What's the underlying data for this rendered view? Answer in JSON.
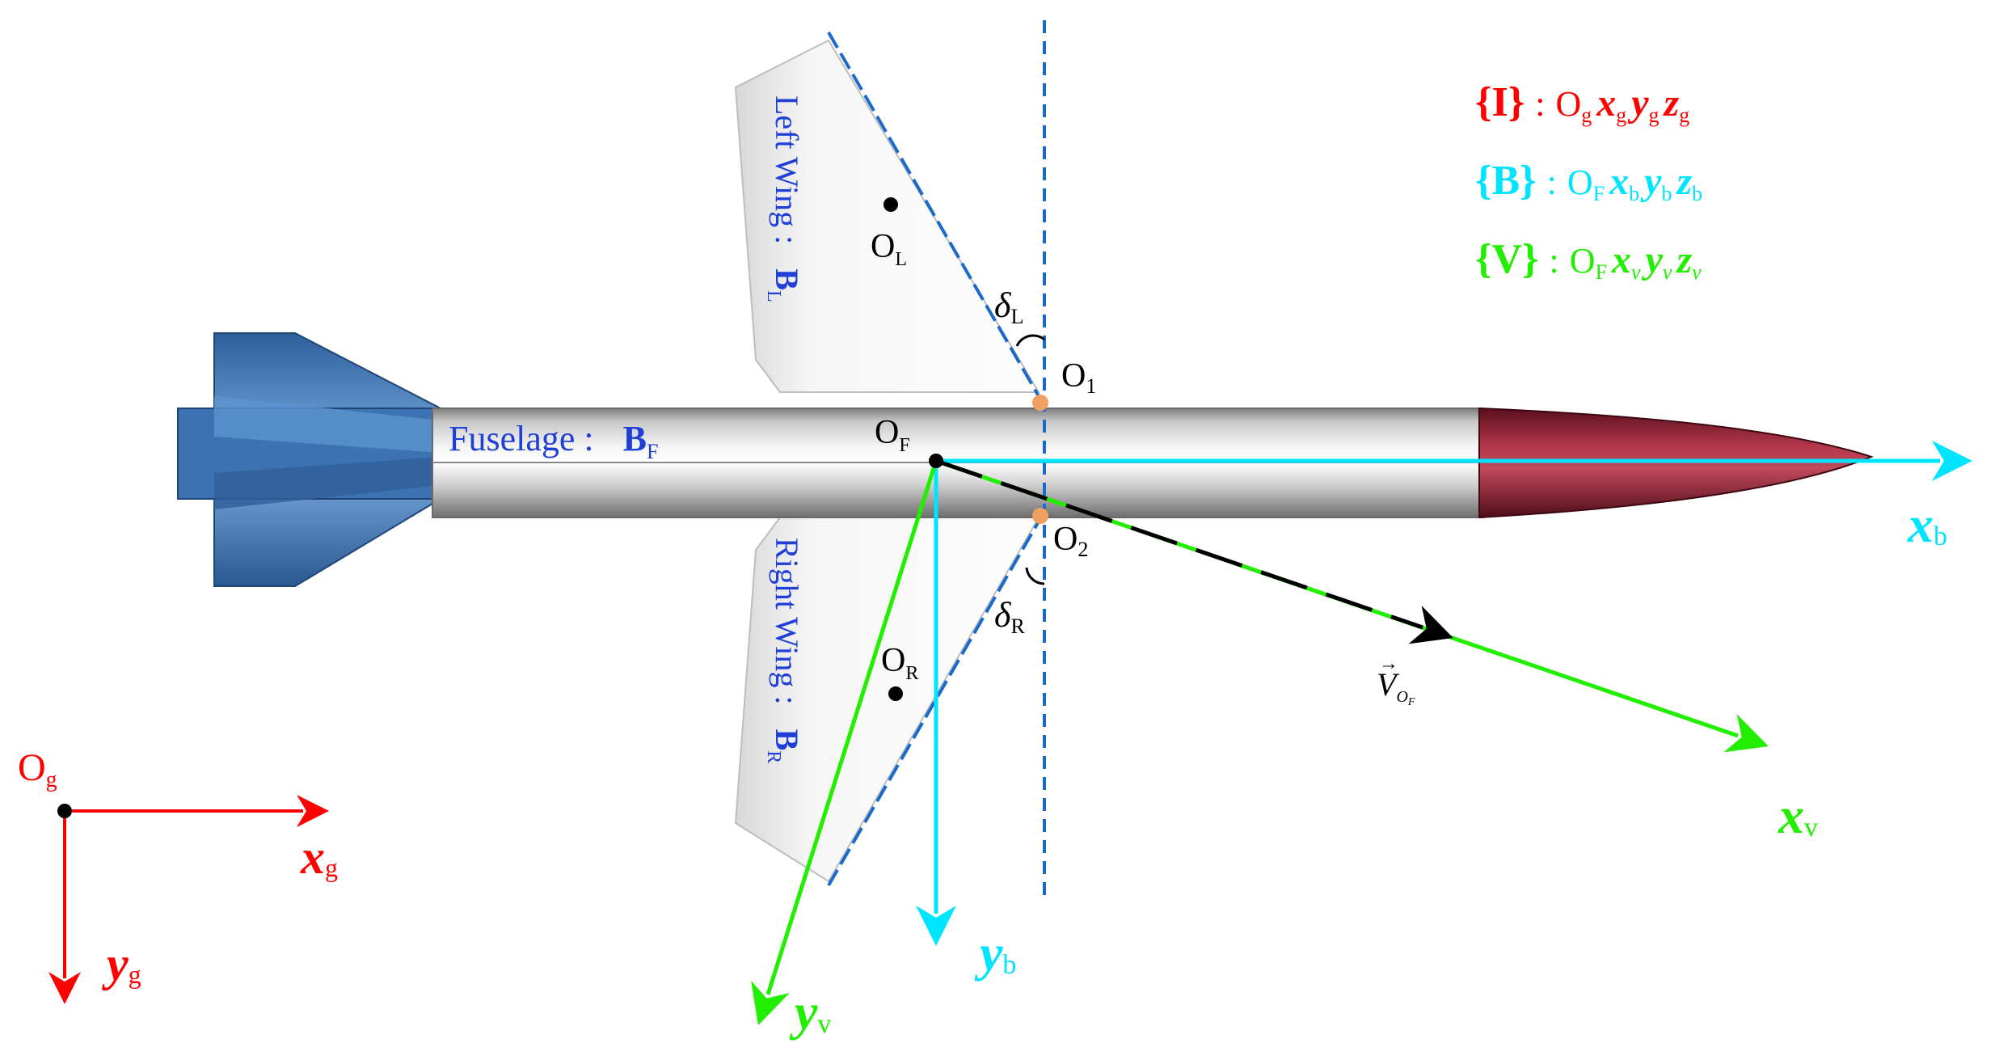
{
  "colors": {
    "inertial": "#ff0000",
    "body": "#00e5ff",
    "velocity": "#22ee00",
    "wing_label": "#1f3fd6",
    "dashed_line": "#1a6bc9",
    "point": "#000000",
    "joint": "#f0a060",
    "nose": "#8b1a2a",
    "tail": "#4a84c8"
  },
  "legend": {
    "inertial": {
      "brace": "{I}",
      "colon": ":",
      "origin": "O",
      "origin_sub": "g",
      "x": "x",
      "x_sub": "g",
      "y": "y",
      "y_sub": "g",
      "z": "z",
      "z_sub": "g"
    },
    "body": {
      "brace": "{B}",
      "colon": ":",
      "origin": "O",
      "origin_sub": "F",
      "x": "x",
      "x_sub": "b",
      "y": "y",
      "y_sub": "b",
      "z": "z",
      "z_sub": "b"
    },
    "velocity": {
      "brace": "{V}",
      "colon": ":",
      "origin": "O",
      "origin_sub": "F",
      "x": "x",
      "x_sub": "v",
      "y": "y",
      "y_sub": "v",
      "z": "z",
      "z_sub": "v"
    }
  },
  "labels": {
    "fuselage": "Fuselage :",
    "fuselage_symbol": "B",
    "fuselage_sub": "F",
    "left_wing": "Left Wing :",
    "left_wing_symbol": "B",
    "left_wing_sub": "L",
    "right_wing": "Right Wing :",
    "right_wing_symbol": "B",
    "right_wing_sub": "R",
    "OL": "O",
    "OL_sub": "L",
    "OR": "O",
    "OR_sub": "R",
    "OF": "O",
    "OF_sub": "F",
    "O1": "O",
    "O1_sub": "1",
    "O2": "O",
    "O2_sub": "2",
    "deltaL": "δ",
    "deltaL_sub": "L",
    "deltaR": "δ",
    "deltaR_sub": "R",
    "velocity": "V",
    "velocity_sub": "O",
    "velocity_subsub": "F",
    "velocity_arrow": "→",
    "Og": "O",
    "Og_sub": "g",
    "xg": "x",
    "xg_sub": "g",
    "yg": "y",
    "yg_sub": "g",
    "xb": "x",
    "xb_sub": "b",
    "yb": "y",
    "yb_sub": "b",
    "xv": "x",
    "xv_sub": "v",
    "yv": "y",
    "yv_sub": "v"
  }
}
